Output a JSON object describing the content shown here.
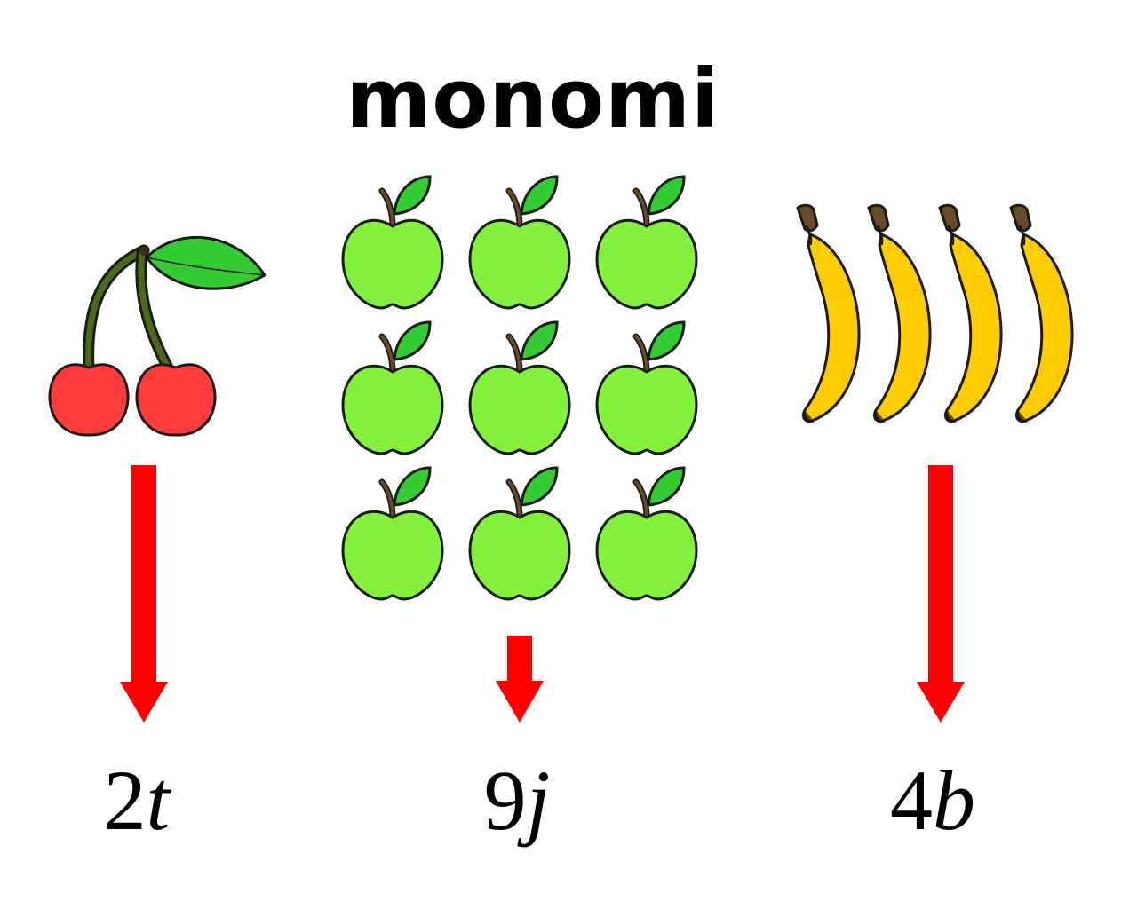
{
  "title": "monomi",
  "groups": [
    {
      "fruit": "cherry",
      "icon": "cherry-icon",
      "count": 2,
      "coefficient": "2",
      "variable": "t"
    },
    {
      "fruit": "apple",
      "icon": "apple-icon",
      "count": 9,
      "coefficient": "9",
      "variable": "j"
    },
    {
      "fruit": "banana",
      "icon": "banana-icon",
      "count": 4,
      "coefficient": "4",
      "variable": "b"
    }
  ],
  "colors": {
    "arrow": "#ff0000",
    "cherry": "#ff3b3b",
    "apple": "#84f23c",
    "leaf": "#33cc33",
    "banana": "#ffcc00",
    "stem": "#4a3a1a",
    "outline": "#1a1a1a"
  }
}
